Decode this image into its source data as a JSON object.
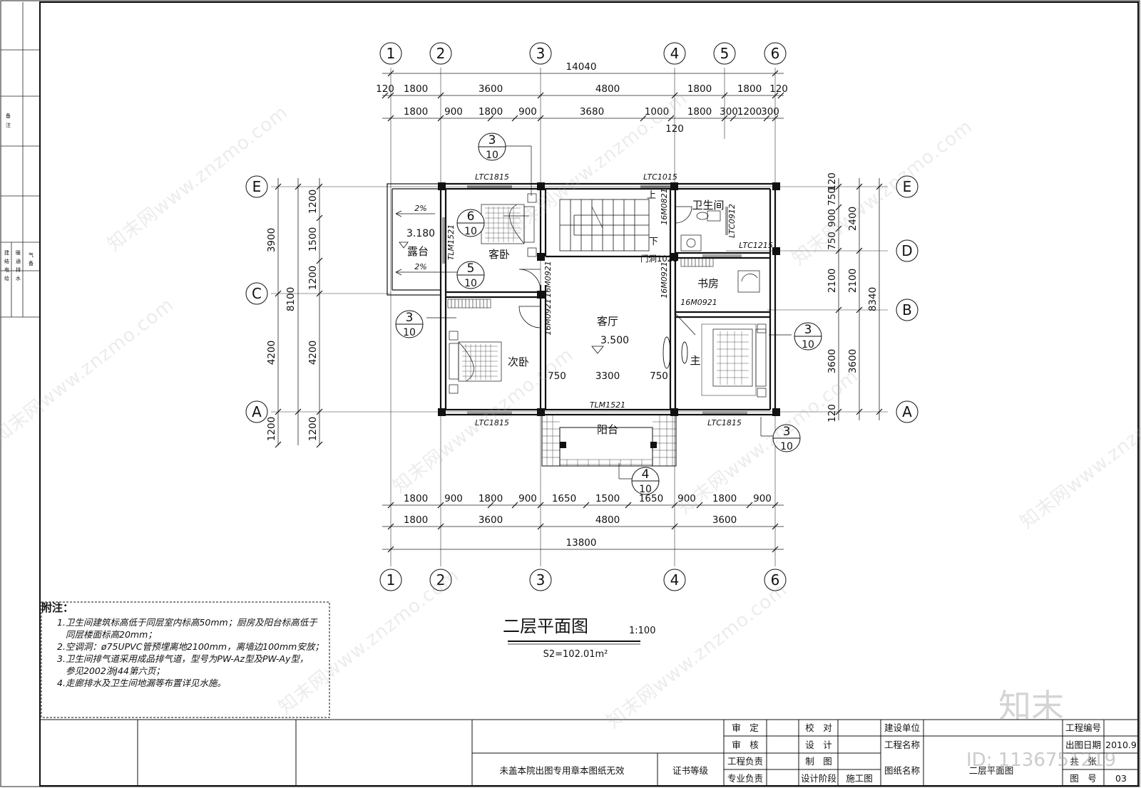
{
  "drawing": {
    "title": "二层平面图",
    "scale": "1:100",
    "area": "S2=102.01m²"
  },
  "axes": {
    "vertical_top": [
      "1",
      "2",
      "3",
      "4",
      "5",
      "6"
    ],
    "vertical_bottom": [
      "1",
      "2",
      "3",
      "4",
      "6"
    ],
    "horizontal_left": [
      "E",
      "C",
      "A"
    ],
    "horizontal_right": [
      "E",
      "D",
      "B",
      "A"
    ]
  },
  "dims": {
    "top_total": "14040",
    "top_row1": [
      "120",
      "1800",
      "3600",
      "4800",
      "1800",
      "1800",
      "120"
    ],
    "top_row2": [
      "1800",
      "900",
      "1800",
      "900",
      "3680",
      "1000",
      "1800",
      "300",
      "1200",
      "300"
    ],
    "top_small": "120",
    "bottom_row1": [
      "1800",
      "900",
      "1800",
      "900",
      "1650",
      "1500",
      "1650",
      "900",
      "1800",
      "900"
    ],
    "bottom_row2": [
      "1800",
      "3600",
      "4800",
      "3600"
    ],
    "bottom_total": "13800",
    "left_outer": [
      "3900",
      "4200",
      "1200"
    ],
    "left_outer_total": "8100",
    "left_inner": [
      "1200",
      "1500",
      "1200",
      "4200",
      "1200"
    ],
    "right_inner": [
      "120",
      "750",
      "900",
      "750",
      "2100",
      "3600",
      "120"
    ],
    "right_outer": [
      "2400",
      "2100",
      "3600"
    ],
    "right_total": "8340",
    "inner": [
      "750",
      "3300",
      "750"
    ]
  },
  "rooms": {
    "guest": "客卧",
    "terrace": "露台",
    "second": "次卧",
    "living": "客厅",
    "bath": "卫生间",
    "study": "书房",
    "master": "主",
    "balcony": "阳台"
  },
  "levels": {
    "terrace": "3.180",
    "living": "3.500",
    "slope": "2%"
  },
  "openings": {
    "ltc1815": "LTC1815",
    "ltc1015": "LTC1015",
    "ltc0912": "LTC0912",
    "ltc1215": "LTC1215",
    "tlm1521": "TLM1521",
    "m0921": "16M0921",
    "m0821": "16M0821",
    "door_hole": "门洞1021",
    "up": "上",
    "down": "下"
  },
  "callouts": [
    {
      "num": "3",
      "sheet": "10"
    },
    {
      "num": "6",
      "sheet": "10"
    },
    {
      "num": "5",
      "sheet": "10"
    },
    {
      "num": "3",
      "sheet": "10"
    },
    {
      "num": "3",
      "sheet": "10"
    },
    {
      "num": "3",
      "sheet": "10"
    },
    {
      "num": "4",
      "sheet": "10"
    }
  ],
  "notes": {
    "heading": "附注：",
    "lines": [
      "1.卫生间建筑标高低于同层室内标高50mm；厨房及阳台标高低于",
      "同层楼面标高20mm；",
      "2.空调洞：ø75UPVC管预埋离地2100mm，离墙边100mm安放；",
      "3.卫生间排气道采用成品排气道，型号为PW-Az型及PW-Ay型，",
      "参见2002浙J44第六页；",
      "4.走廊排水及卫生间地漏等布置详见水施。"
    ]
  },
  "title_block": {
    "stamp_note": "未盖本院出图专用章本图纸无效",
    "cert_level": "证书等级",
    "approve": "审　定",
    "review": "审　核",
    "proj_lead": "工程负责",
    "spec_lead": "专业负责",
    "check": "校　对",
    "design": "设　计",
    "draw": "制　图",
    "stage": "设计阶段",
    "stage_val": "施工图",
    "client": "建设单位",
    "project": "工程名称",
    "sheet_name": "图纸名称",
    "sheet_name_val": "二层平面图",
    "proj_no": "工程编号",
    "date_label": "出图日期",
    "date_val": "2010.9",
    "sheet_count": "共　张",
    "sheet_no_label": "图　号",
    "sheet_no_val": "03"
  },
  "side_strip": [
    "建",
    "结",
    "电",
    "给",
    "排",
    "水",
    "暖",
    "通",
    "气",
    "备",
    "注"
  ],
  "watermark": {
    "site": "知末网www.znzmo.com",
    "brand": "知末",
    "id": "ID: 1136751219"
  }
}
